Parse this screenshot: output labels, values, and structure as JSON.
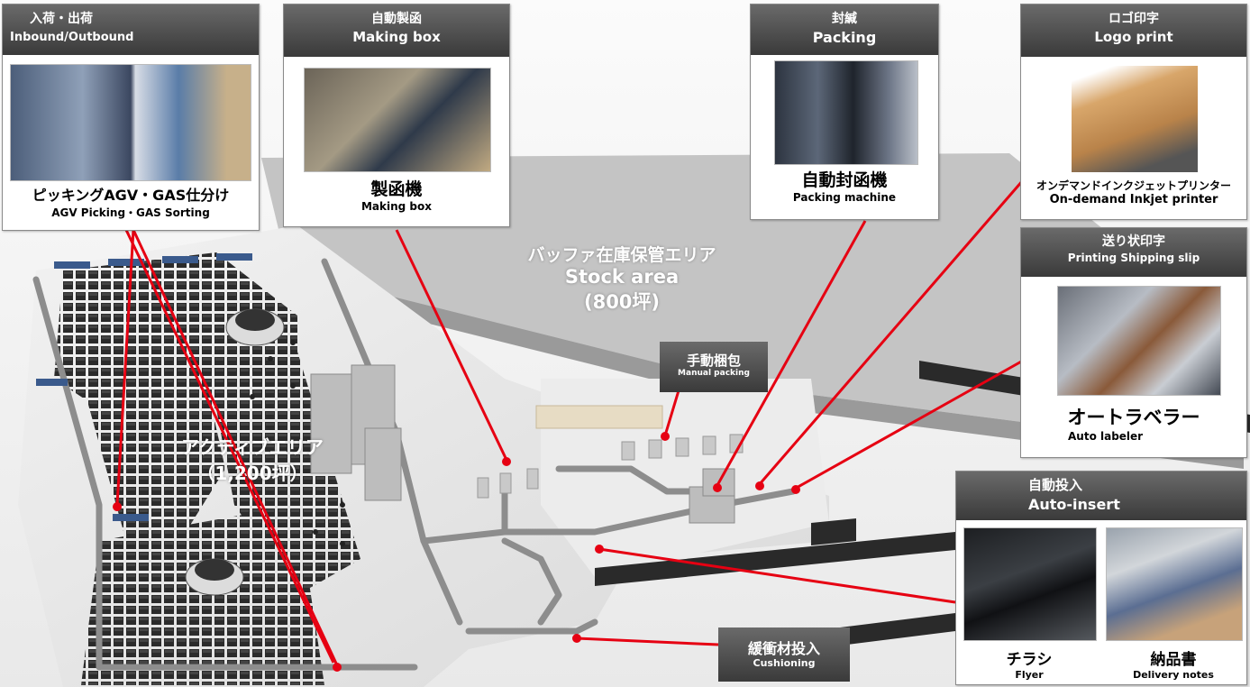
{
  "colors": {
    "connector": "#e60012",
    "header_bg": "#4a4a4a",
    "dot": "#e60012"
  },
  "cards": {
    "inbound": {
      "title_jp": "入荷・出荷",
      "title_en": "Inbound/Outbound",
      "caption_jp": "ピッキングAGV・GAS仕分け",
      "caption_en": "AGV Picking・GAS Sorting"
    },
    "making_box": {
      "title_jp": "自動製函",
      "title_en": "Making box",
      "caption_jp": "製函機",
      "caption_en": "Making box"
    },
    "packing": {
      "title_jp": "封緘",
      "title_en": "Packing",
      "caption_jp": "自動封函機",
      "caption_en": "Packing machine"
    },
    "logo_print": {
      "title_jp": "ロゴ印字",
      "title_en": "Logo print",
      "caption_jp": "オンデマンドインクジェットプリンター",
      "caption_en": "On-demand  Inkjet  printer"
    },
    "shipping_slip": {
      "title_jp": "送り状印字",
      "title_en": "Printing Shipping slip",
      "caption_jp": "オートラベラー",
      "caption_en": "Auto labeler"
    },
    "auto_insert": {
      "title_jp": "自動投入",
      "title_en": "Auto-insert",
      "flyer_jp": "チラシ",
      "flyer_en": "Flyer",
      "notes_jp": "納品書",
      "notes_en": "Delivery notes"
    }
  },
  "tags": {
    "manual_packing": {
      "jp": "手動梱包",
      "en": "Manual packing"
    },
    "cushioning": {
      "jp": "緩衝材投入",
      "en": "Cushioning"
    }
  },
  "areas": {
    "stock": {
      "jp": "バッファ在庫保管エリア",
      "en": "Stock area",
      "size": "(800坪)"
    },
    "active": {
      "jp": "アクティブエリア",
      "size": "（1,200坪）"
    }
  }
}
